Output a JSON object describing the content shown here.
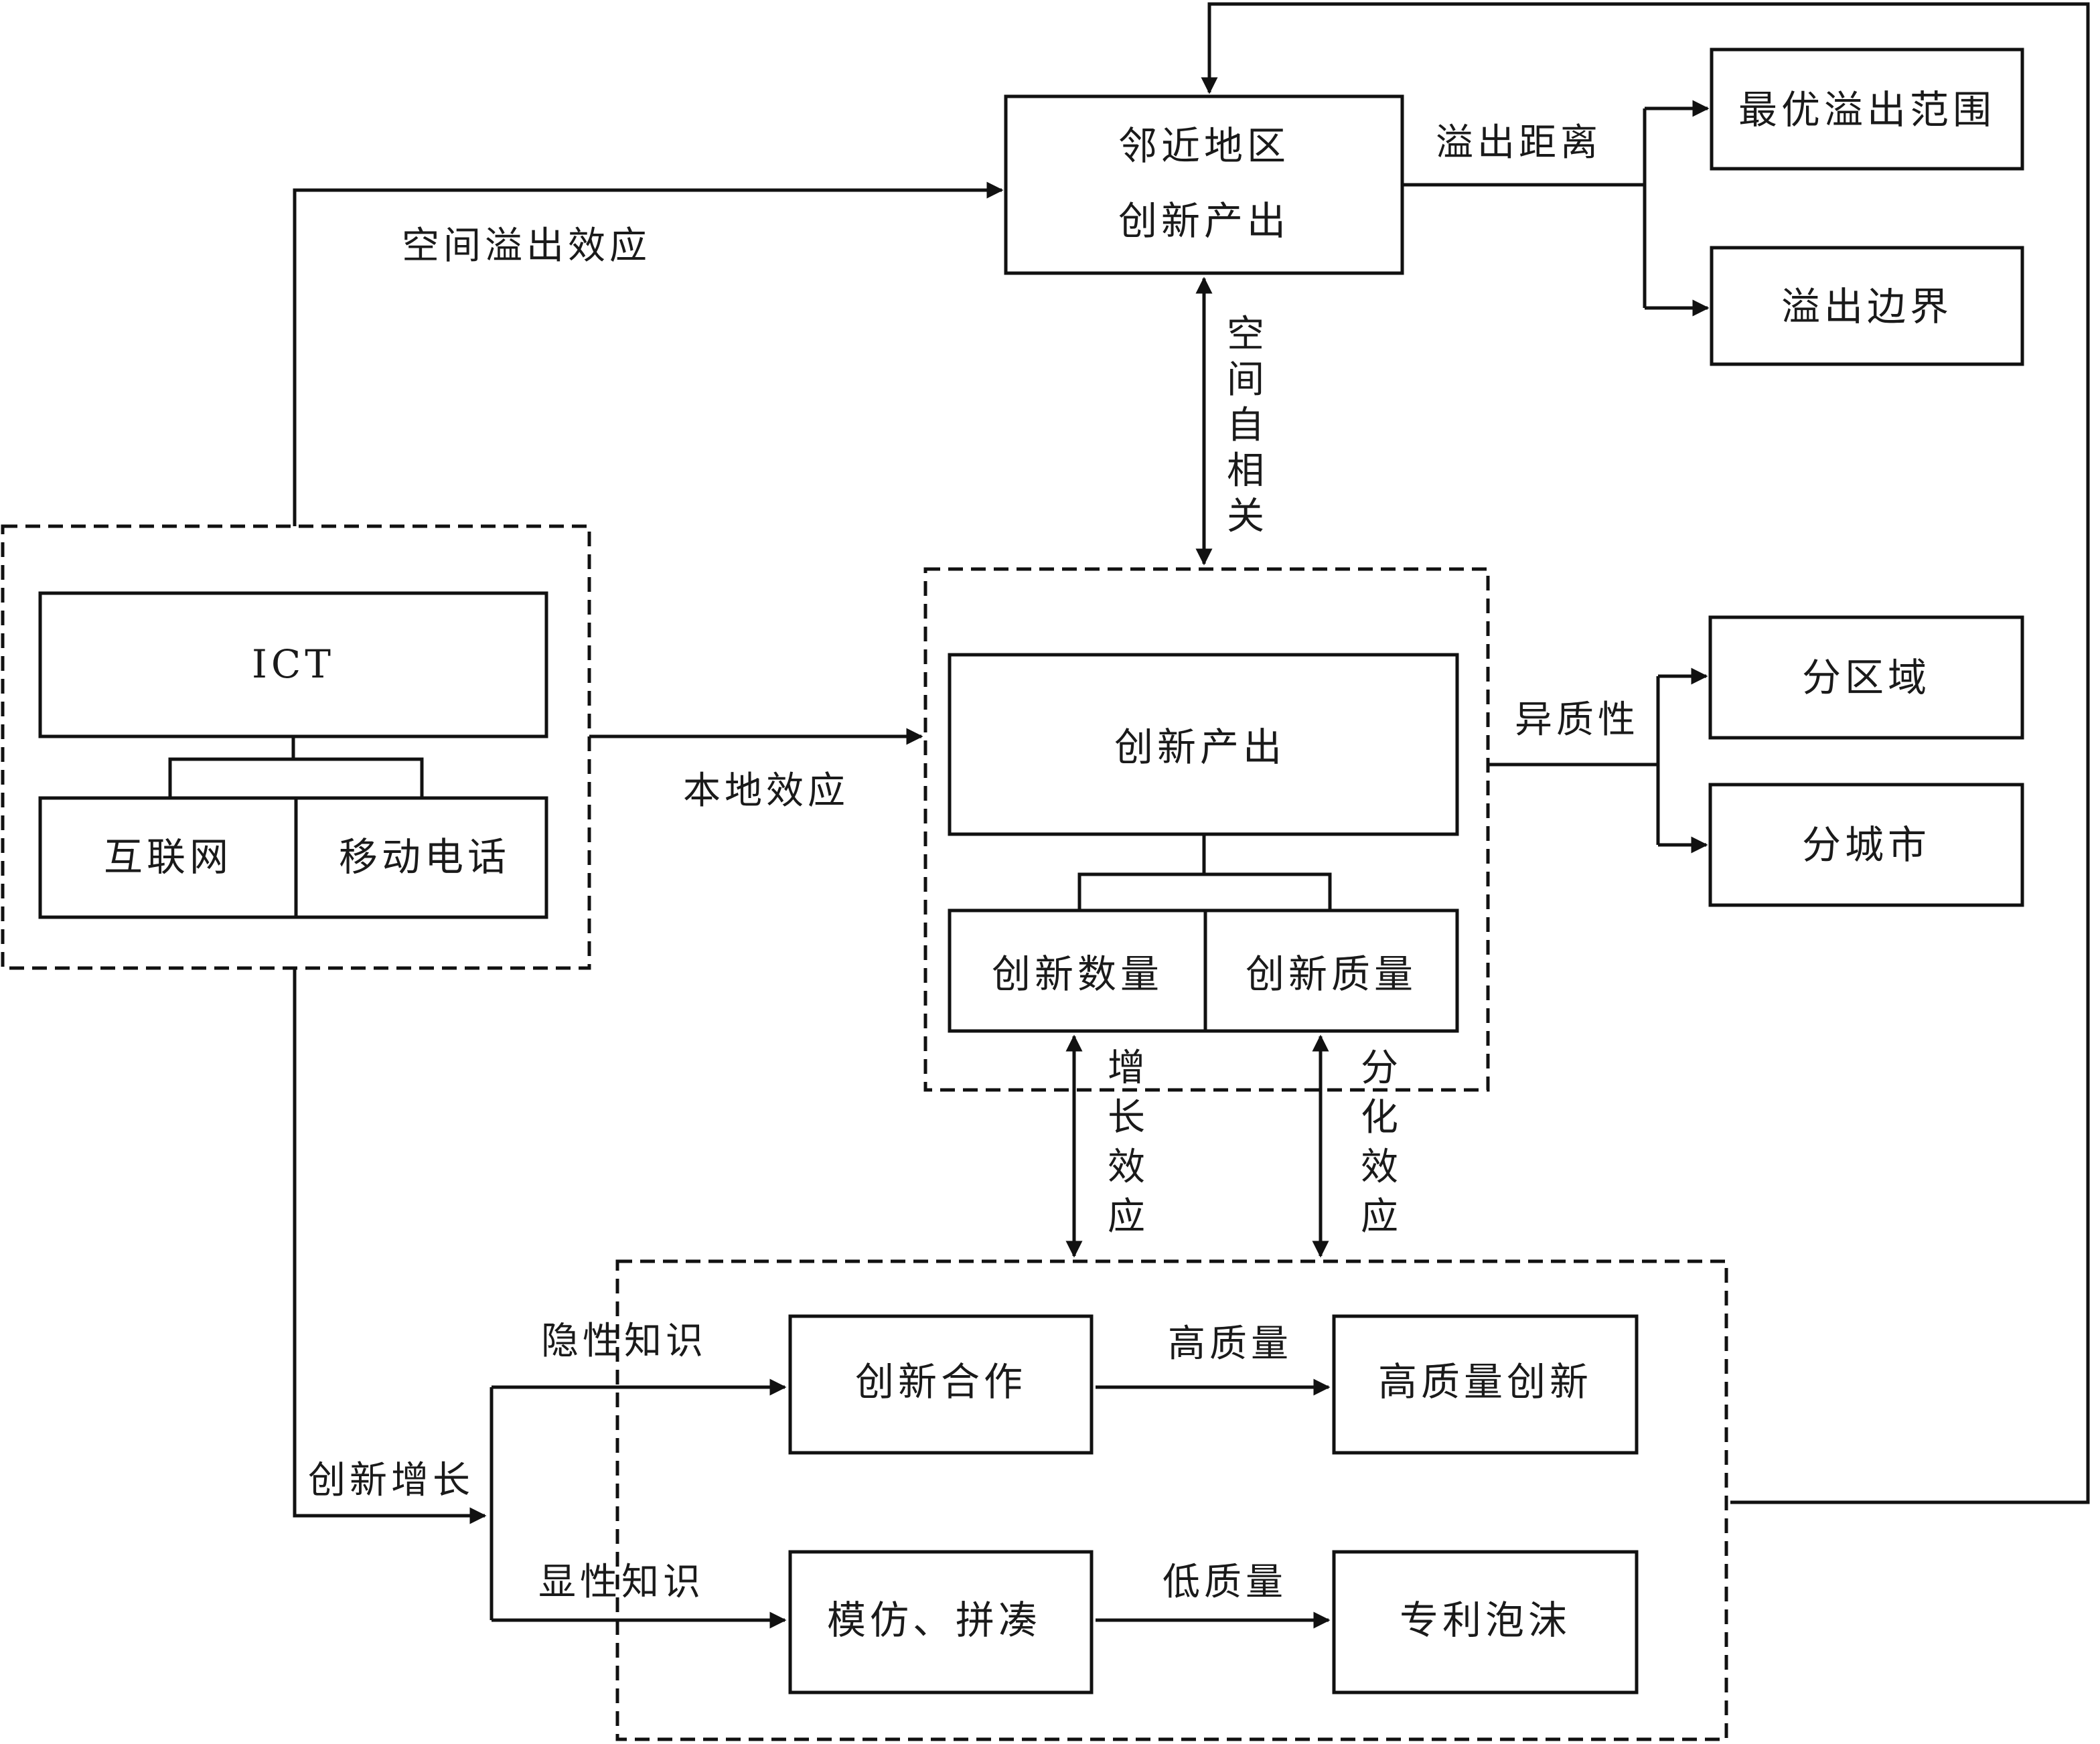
{
  "ict_group": {
    "ict": "ICT",
    "internet": "互联网",
    "mobile_phone": "移动电话"
  },
  "innovation_group": {
    "innovation_output": "创新产出",
    "innovation_quantity": "创新数量",
    "innovation_quality": "创新质量"
  },
  "neighbor": {
    "line1": "邻近地区",
    "line2": "创新产出"
  },
  "spillover_targets": {
    "optimal_range": "最优溢出范围",
    "boundary": "溢出边界"
  },
  "heterogeneity_targets": {
    "by_region": "分区域",
    "by_city": "分城市"
  },
  "mechanism": {
    "cooperation": "创新合作",
    "high_quality_innovation": "高质量创新",
    "imitation": "模仿、拼凑",
    "patent_bubble": "专利泡沫"
  },
  "labels": {
    "spatial_spillover": "空间溢出效应",
    "local_effect": "本地效应",
    "spillover_distance": "溢出距离",
    "heterogeneity": "异质性",
    "spatial_autocorrelation": [
      "空",
      "间",
      "自",
      "相",
      "关"
    ],
    "growth_effect": [
      "增",
      "长",
      "效",
      "应"
    ],
    "differentiation_effect": [
      "分",
      "化",
      "效",
      "应"
    ],
    "tacit_knowledge": "隐性知识",
    "explicit_knowledge": "显性知识",
    "innovation_growth": "创新增长",
    "high_quality": "高质量",
    "low_quality": "低质量"
  }
}
